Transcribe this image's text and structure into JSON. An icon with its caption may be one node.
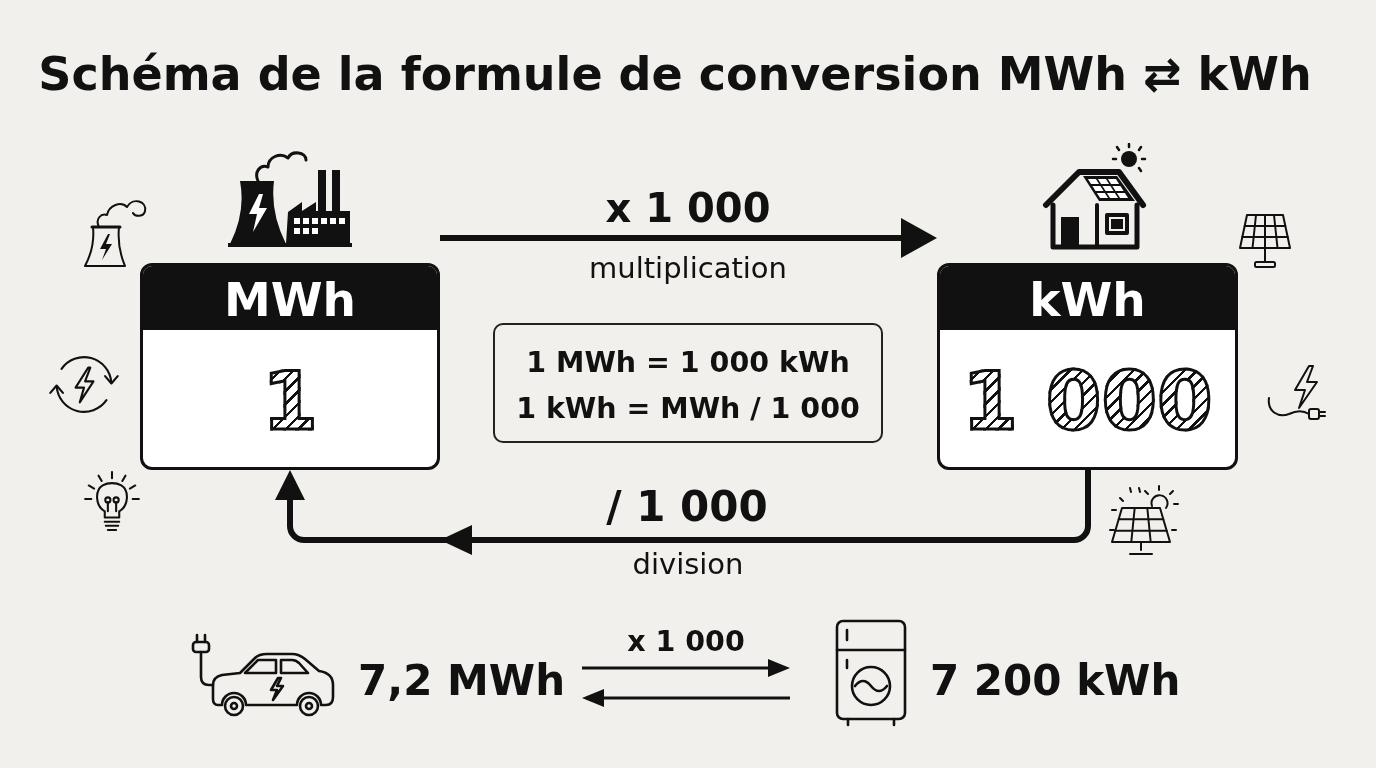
{
  "diagram": {
    "title": "Schéma de la formule de conversion MWh ⇄ kWh",
    "nodes": [
      {
        "text": [
          "MWh",
          "1"
        ]
      },
      {
        "text": [
          "kWh",
          "1 000"
        ]
      },
      {
        "text": [
          "1 MWh = 1 000 kWh",
          "1 kWh = MWh / 1 000"
        ]
      },
      {
        "text": [
          "7,2 MWh"
        ]
      },
      {
        "text": [
          "7 200 kWh"
        ]
      }
    ],
    "edges": [
      {
        "from": 0,
        "to": 1,
        "arrow": "to",
        "label": "x 1 000",
        "style": "thick"
      },
      {
        "from": 1,
        "to": 0,
        "arrow": "to",
        "label": "/ 1 000",
        "style": "thick"
      },
      {
        "from": 3,
        "to": 4,
        "arrow": "to",
        "label": "x 1 000"
      },
      {
        "from": 4,
        "to": 3,
        "arrow": "to"
      }
    ],
    "labels": [
      "multiplication",
      "division"
    ]
  }
}
